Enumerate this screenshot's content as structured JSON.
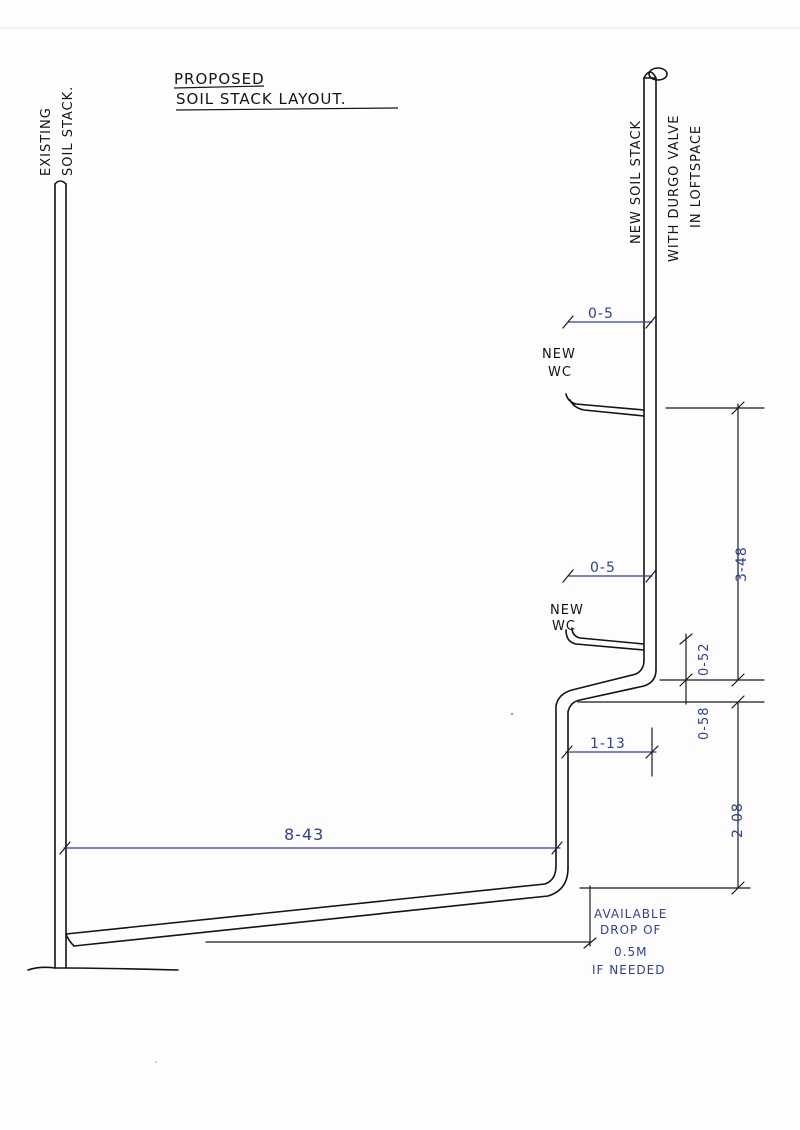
{
  "title": {
    "line1": "PROPOSED",
    "line2": "SOIL STACK LAYOUT."
  },
  "labels": {
    "existing_stack": [
      "EXISTING",
      "SOIL STACK."
    ],
    "new_stack": "NEW SOIL STACK",
    "valve_note": [
      "WITH DURGO VALVE",
      "IN LOFTSPACE"
    ],
    "upper_wc": [
      "NEW",
      "WC"
    ],
    "lower_wc": [
      "NEW",
      "WC"
    ],
    "drop_note": [
      "AVAILABLE",
      "DROP OF",
      "0.5M",
      "IF NEEDED"
    ]
  },
  "dimensions": {
    "upper_wc_offset": "0-5",
    "lower_wc_offset": "0-5",
    "wc_spacing": "3-48",
    "small_upper": "0-52",
    "small_lower": "0-58",
    "offset_horizontal": "1-13",
    "vertical_lower": "2-08",
    "main_run": "8-43"
  },
  "colors": {
    "ink": "#141414",
    "dimension_ink": "#2b3fa6",
    "paper": "#fdfdfd"
  }
}
